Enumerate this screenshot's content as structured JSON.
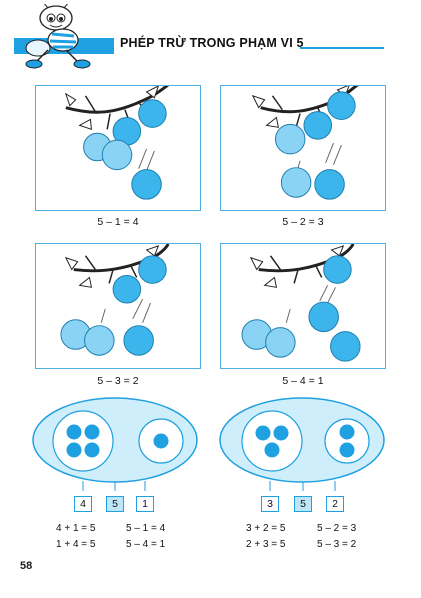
{
  "page": {
    "title": "PHÉP TRỪ TRONG PHẠM VI 5",
    "page_number": "58"
  },
  "colors": {
    "accent": "#1fa0e0",
    "apple": "#3cb4ec",
    "apple_light": "#8ad3f5",
    "oval_fill": "#cfeefb"
  },
  "panels": [
    {
      "caption": "5 – 1 = 4"
    },
    {
      "caption": "5 – 2 = 3"
    },
    {
      "caption": "5 – 3 = 2"
    },
    {
      "caption": "5 – 4 = 1"
    }
  ],
  "groups": [
    {
      "left_count": 4,
      "right_count": 1,
      "boxes": [
        "4",
        "5",
        "1"
      ],
      "equations": [
        "4 + 1 = 5",
        "5 – 1 = 4",
        "1 + 4 = 5",
        "5 – 4 = 1"
      ]
    },
    {
      "left_count": 3,
      "right_count": 2,
      "boxes": [
        "3",
        "5",
        "2"
      ],
      "equations": [
        "3 + 2 = 5",
        "5 – 2 = 3",
        "2 + 3 = 5",
        "5 – 3 = 2"
      ]
    }
  ]
}
